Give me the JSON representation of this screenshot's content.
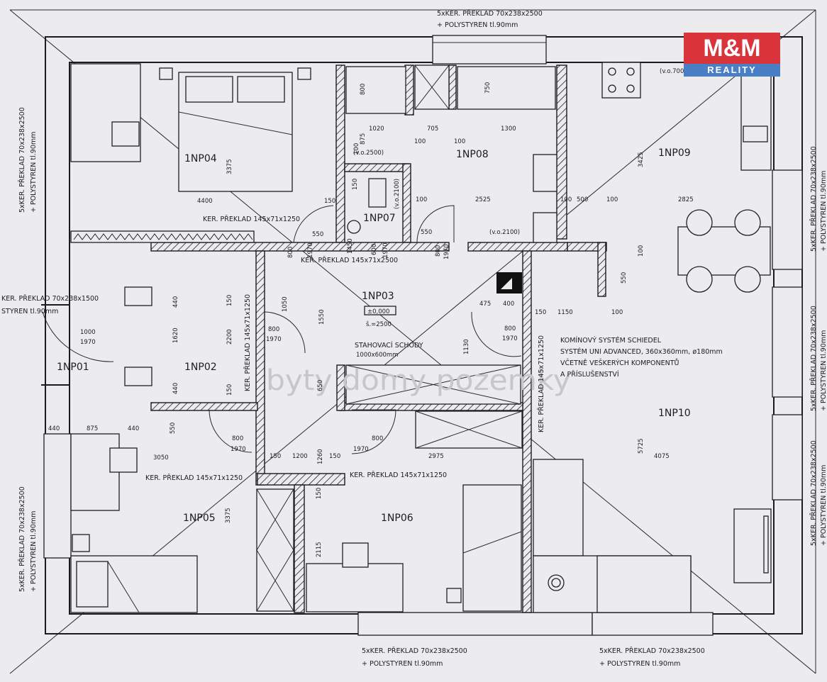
{
  "rooms": {
    "np01": "1NP01",
    "np02": "1NP02",
    "np03": "1NP03",
    "np04": "1NP04",
    "np05": "1NP05",
    "np06": "1NP06",
    "np07": "1NP07",
    "np08": "1NP08",
    "np09": "1NP09",
    "np10": "1NP10"
  },
  "lintels": {
    "top": "5xKER. PŘEKLAD 70x238x2500",
    "left_top": "5xKER. PŘEKLAD 70x238x2500",
    "left_bottom": "5xKER. PŘEKLAD 70x238x2500",
    "right_top": "5xKER. PŘEKLAD 70x238x2500",
    "right_mid": "5xKER. PŘEKLAD 70x238x2500",
    "right_bottom": "5xKER. PŘEKLAD 70x238x2500",
    "bottom_left": "5xKER. PŘEKLAD 70x238x2500",
    "bottom_right": "5xKER. PŘEKLAD 70x238x2500",
    "entry": "KER. PŘEKLAD 70x238x1500",
    "np04": "KER. PŘEKLAD 145x71x1250",
    "np03": "KER. PŘEKLAD 145x71x2500",
    "np05": "KER. PŘEKLAD 145x71x1250",
    "np06": "KER. PŘEKLAD 145x71x1250",
    "v_np02": "KER. PŘEKLAD 145x71x1250",
    "v_np10": "KER. PŘEKLAD 145x71x1250"
  },
  "insulation": "+ POLYSTYREN tl.90mm",
  "entry_insulation": "STYREN tl.90mm",
  "stairs": {
    "level": "±0,000",
    "dims": "š.=2500",
    "name": "STAHOVACÍ SCHODY",
    "size": "1000x600mm"
  },
  "chimney_note": [
    "KOMÍNOVÝ SYSTÉM SCHIEDEL",
    "SYSTÉM UNI ADVANCED, 360x360mm, ø180mm",
    "VČETNĚ VEŠKERÝCH KOMPONENTŮ",
    "A PŘÍSLUŠENSTVÍ"
  ],
  "heights": {
    "h2500": "(v.o.2500)",
    "h2100a": "(v.o.2100)",
    "h2100b": "(v.o.2100)",
    "h700": "(v.o.700)"
  },
  "dimensions": {
    "d4400": "4400",
    "d3375a": "3375",
    "d800a": "800",
    "d1020": "1020",
    "d705": "705",
    "d1300": "1300",
    "d750": "750",
    "d875a": "875",
    "d100a": "100",
    "d100b": "100",
    "d150a": "150",
    "d2525": "2525",
    "d100c": "100",
    "d500": "500",
    "d100d": "100",
    "d2825": "2825",
    "d3425": "3425",
    "d550a": "550",
    "d550b": "550",
    "d800b": "800",
    "d1970a": "1970",
    "d1450": "1450",
    "d600": "600",
    "d1970b": "1970",
    "d800c": "800",
    "d1970c": "1970",
    "d440a": "440",
    "d150b": "150",
    "d1620": "1620",
    "d2200": "2200",
    "d440b": "440",
    "d150c": "150",
    "d1050": "1050",
    "d1550": "1550",
    "d800d": "800",
    "d1970d": "1970",
    "d475": "475",
    "d400": "400",
    "d150d": "150",
    "d1150": "1150",
    "d100e": "100",
    "d550c": "550",
    "d100f": "100",
    "d1130": "1130",
    "d800e": "800",
    "d1970e": "1970",
    "d1000": "1000",
    "d1970f": "1970",
    "d440c": "440",
    "d875b": "875",
    "d440d": "440",
    "d550d": "550",
    "d3050": "3050",
    "d800f": "800",
    "d1970g": "1970",
    "d150e": "150",
    "d1200": "1200",
    "d1260": "1260",
    "d650": "650",
    "d800g": "800",
    "d1970h": "1970",
    "d2975": "2975",
    "d5725": "5725",
    "d4075": "4075",
    "d3375b": "3375",
    "d150f": "150",
    "d2115": "2115"
  },
  "watermark": "byty domy pozemky",
  "logo": {
    "top": "M&M",
    "bottom": "REALITY"
  }
}
